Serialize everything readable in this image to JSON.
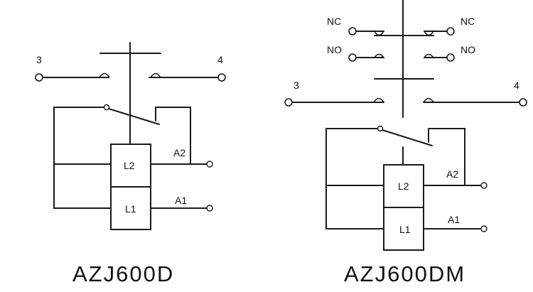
{
  "diagrams": {
    "left": {
      "title": "AZJ600D",
      "terminal_left": "3",
      "terminal_right": "4",
      "coil_upper": "L2",
      "coil_lower": "L1",
      "lead_upper": "A2",
      "lead_lower": "A1"
    },
    "right": {
      "title": "AZJ600DM",
      "nc_left": "NC",
      "nc_right": "NC",
      "no_left": "NO",
      "no_right": "NO",
      "terminal_left": "3",
      "terminal_right": "4",
      "coil_upper": "L2",
      "coil_lower": "L1",
      "lead_upper": "A2",
      "lead_lower": "A1"
    }
  }
}
